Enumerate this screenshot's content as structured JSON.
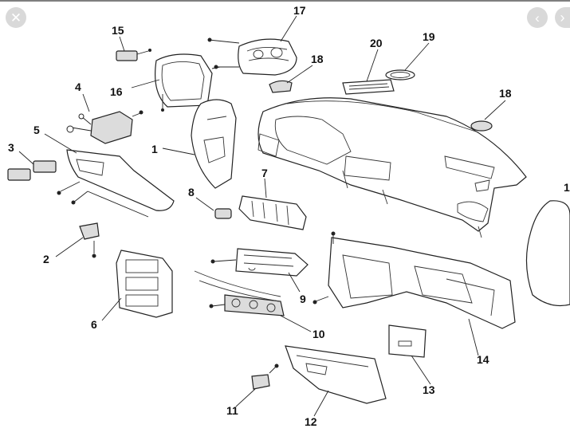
{
  "viewer": {
    "close_icon": "✕",
    "prev_icon": "‹",
    "next_icon": "›"
  },
  "callouts": [
    {
      "id": "c17",
      "text": "17"
    },
    {
      "id": "c15",
      "text": "15"
    },
    {
      "id": "c18a",
      "text": "18"
    },
    {
      "id": "c20",
      "text": "20"
    },
    {
      "id": "c19",
      "text": "19"
    },
    {
      "id": "c16",
      "text": "16"
    },
    {
      "id": "c4",
      "text": "4"
    },
    {
      "id": "c18b",
      "text": "18"
    },
    {
      "id": "c5",
      "text": "5"
    },
    {
      "id": "c3",
      "text": "3"
    },
    {
      "id": "c1a",
      "text": "1"
    },
    {
      "id": "c1b",
      "text": "1"
    },
    {
      "id": "c7",
      "text": "7"
    },
    {
      "id": "c8",
      "text": "8"
    },
    {
      "id": "c2",
      "text": "2"
    },
    {
      "id": "c6",
      "text": "6"
    },
    {
      "id": "c9",
      "text": "9"
    },
    {
      "id": "c10",
      "text": "10"
    },
    {
      "id": "c14",
      "text": "14"
    },
    {
      "id": "c13",
      "text": "13"
    },
    {
      "id": "c11",
      "text": "11"
    },
    {
      "id": "c12",
      "text": "12"
    }
  ]
}
